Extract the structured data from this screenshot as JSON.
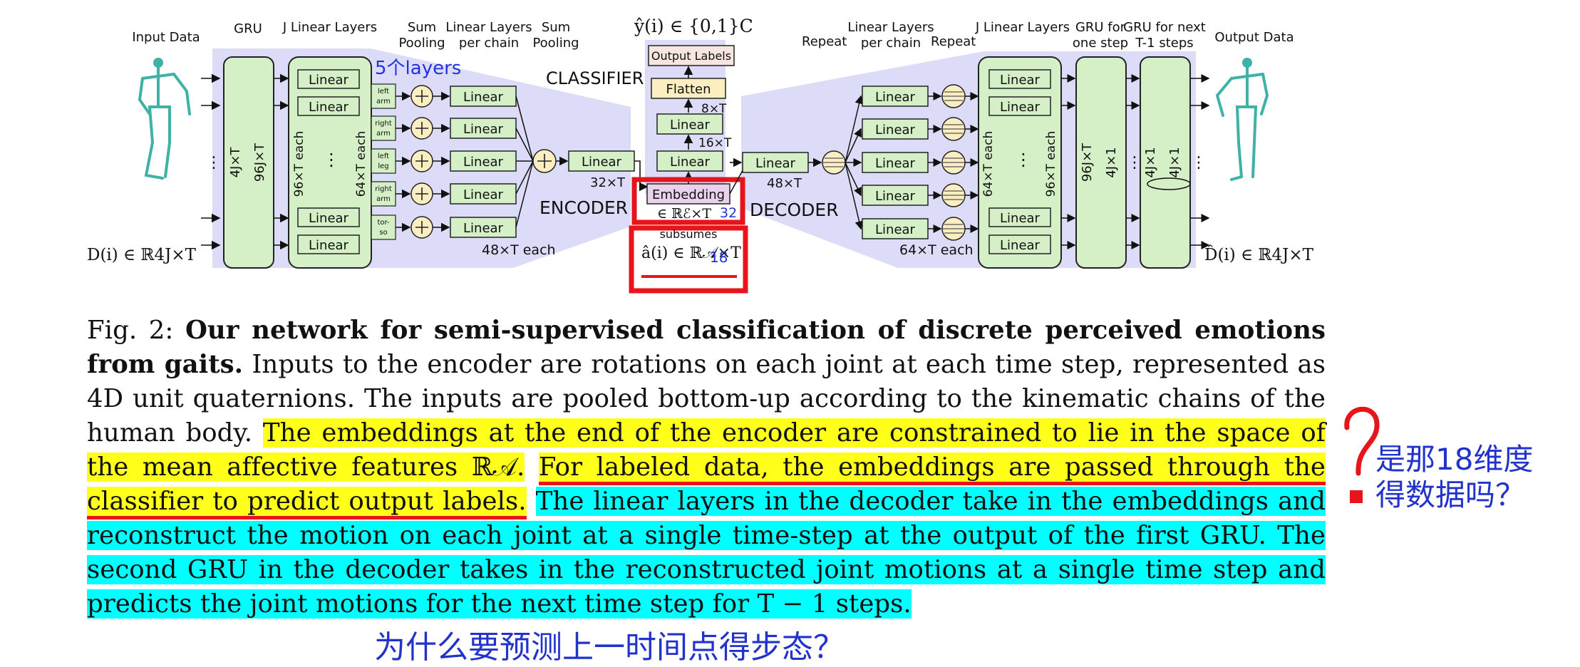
{
  "diagram": {
    "left": {
      "input_data": "Input Data",
      "gru": "GRU",
      "j_linear_layers": "J Linear Layers",
      "sum_pooling_1": [
        "Sum",
        "Pooling"
      ],
      "linear_per_chain": [
        "Linear Layers",
        "per chain"
      ],
      "sum_pooling_2": [
        "Sum",
        "Pooling"
      ],
      "gru_dims": [
        "4J×T",
        "96J×T"
      ],
      "j_dims": [
        "96×T each",
        "64×T each"
      ],
      "linear": "Linear",
      "chains": [
        [
          "left",
          "arm"
        ],
        [
          "right",
          "arm"
        ],
        [
          "left",
          "leg"
        ],
        [
          "right",
          "arm"
        ],
        [
          "tor-",
          "so"
        ]
      ],
      "five_layers": "5个layers",
      "dims_48": "48×T each",
      "dims_32": "32×T",
      "encoder": "ENCODER",
      "input_math": "D(i) ∈ ℝ4J×T"
    },
    "center": {
      "yhat": "ŷ(i) ∈ {0,1}C",
      "output_labels": "Output Labels",
      "classifier": "CLASSIFIER",
      "flatten": "Flatten",
      "d8": "8×T",
      "d16": "16×T",
      "embedding": "Embedding",
      "emb_space": "∈ ℝℰ×T",
      "emb_note": "32",
      "subsumes": "subsumes",
      "ahat": "â(i) ∈ ℝ𝒜×T",
      "ahat_note": "18"
    },
    "right": {
      "repeat_1": "Repeat",
      "linear_per_chain": [
        "Linear Layers",
        "per chain"
      ],
      "repeat_2": "Repeat",
      "j_linear_layers": "J Linear Layers",
      "gru_one": [
        "GRU for",
        "one step"
      ],
      "gru_next": [
        "GRU for next",
        "T-1 steps"
      ],
      "output_data": "Output Data",
      "dims_48": "48×T",
      "decoder": "DECODER",
      "dims_64": "64×T each",
      "j_dims": [
        "64×T each",
        "96×T each"
      ],
      "gru_dims": [
        "96J×T",
        "4J×1",
        "4J×1",
        "4J×1"
      ],
      "output_math": "D̂(i) ∈ ℝ4J×T"
    }
  },
  "caption": {
    "fig": "Fig. 2:",
    "bold": "Our network for semi-supervised classification of discrete perceived emotions from gaits.",
    "plain": "Inputs to the encoder are rotations on each joint at each time step, represented as 4D unit quaternions. The inputs are pooled bottom-up according to the kinematic chains of the human body.",
    "yellow_1": "The embeddings at the end of the encoder are constrained to lie in the space of the mean affective features ℝ𝒜.",
    "yellow_2": "For labeled data, the embeddings are passed through the classifier to predict output labels.",
    "cyan": "The linear layers in the decoder take in the embeddings and reconstruct the motion on each joint at a single time-step at the output of the first GRU. The second GRU in the decoder takes in the reconstructed joint motions at a single time step and predicts the joint motions for the next time step for T − 1 steps."
  },
  "notes": {
    "right_1": "是那18维度",
    "right_2": "得数据吗？",
    "bottom": "为什么要预测上一时间点得步态？"
  },
  "colors": {
    "panel": "#dcdcf8",
    "green": "#d5efc6",
    "pool": "#fbeec0",
    "embedding": "#e8d2ec",
    "red": "#e8141b",
    "yellow": "#ffff1a",
    "cyan": "#00ffff",
    "handwriting": "#2233cc"
  }
}
